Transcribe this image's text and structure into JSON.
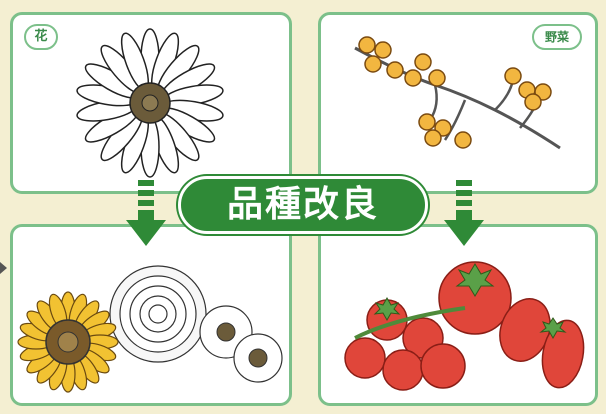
{
  "panels": {
    "flower_label": "花",
    "vegetable_label": "野菜"
  },
  "title": "品種改良",
  "icons": {
    "before_flower": "daisy-flower",
    "before_vegetable": "wild-berry-branch",
    "after_flower": "sunflower-and-chrysanthemum",
    "after_vegetable": "tomatoes",
    "arrows": "down-arrow"
  },
  "colors": {
    "panel_border": "#7cc08a",
    "badge": "#2f8a37",
    "background": "#f4efd2",
    "tomato": "#e0463a"
  }
}
